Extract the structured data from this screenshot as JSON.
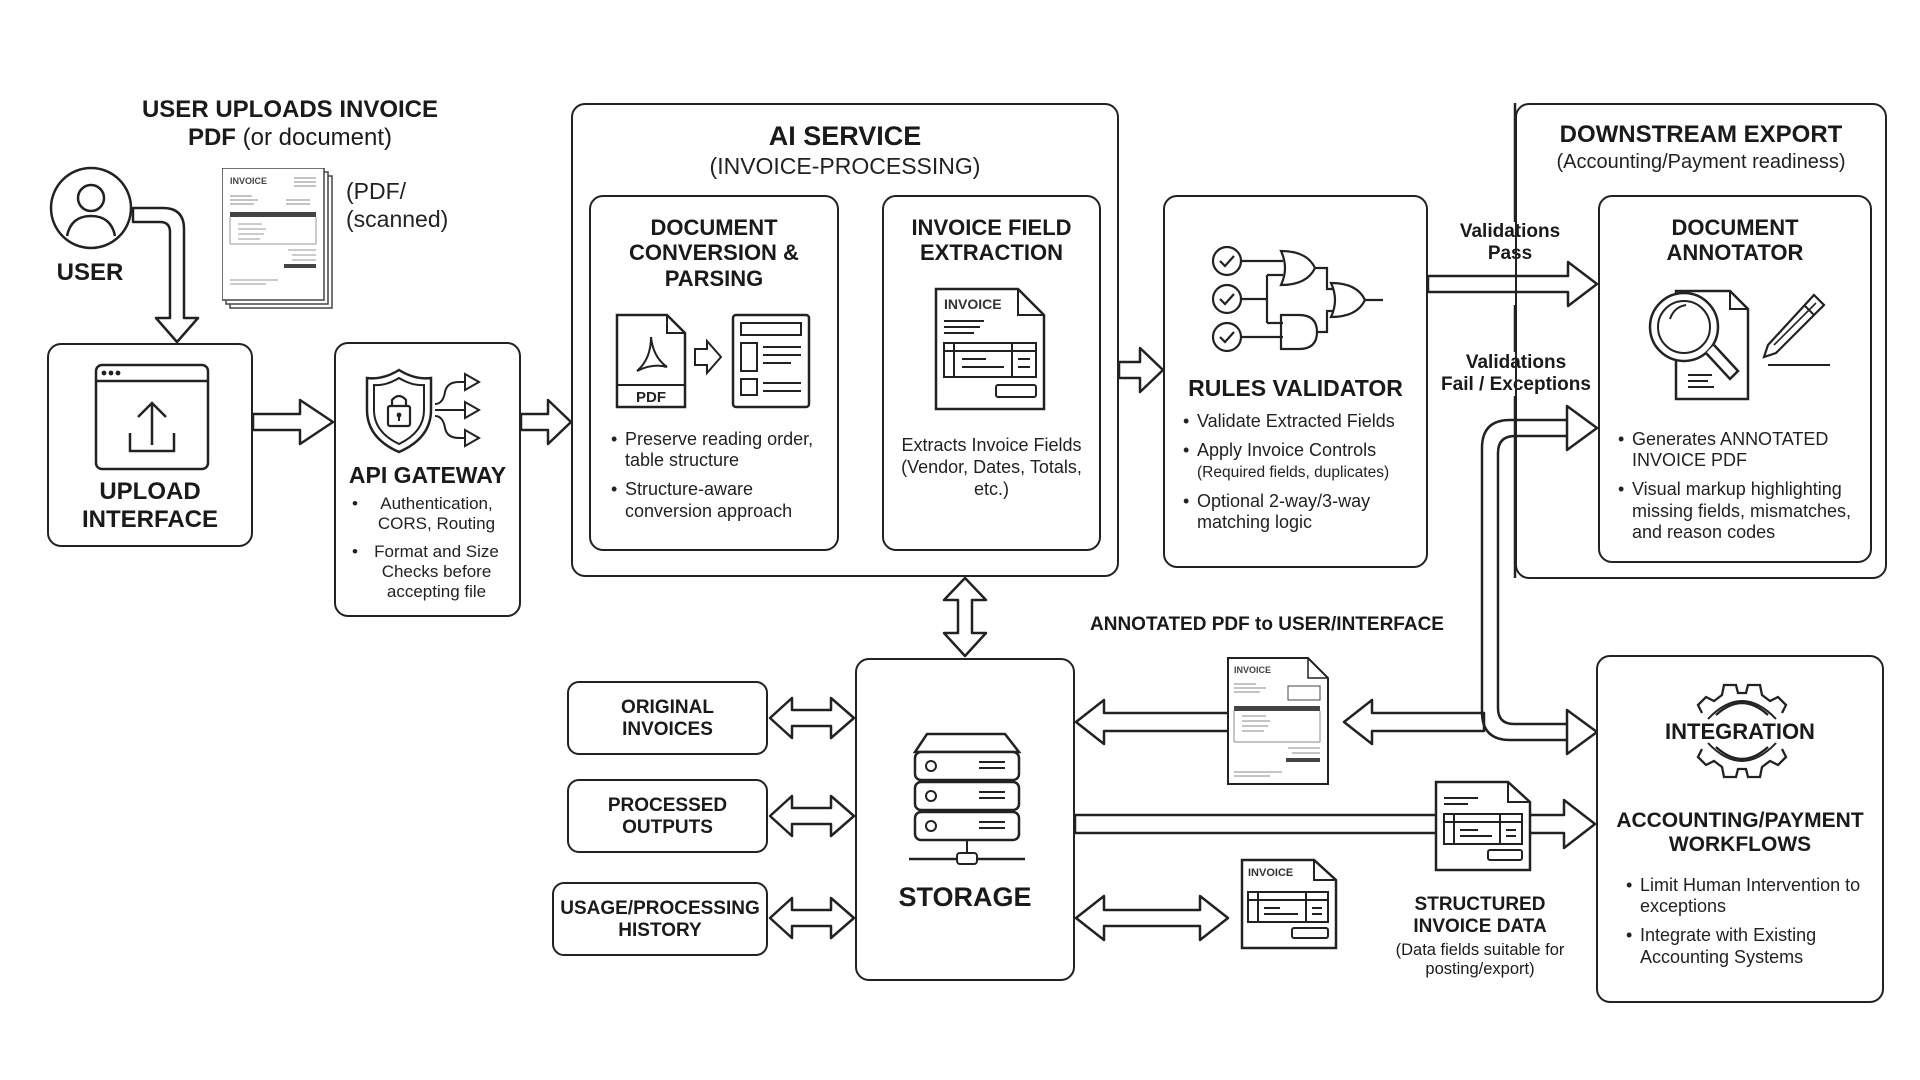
{
  "user": {
    "label": "USER"
  },
  "upload_note": {
    "title_bold": "USER UPLOADS INVOICE",
    "title_line2_bold": "PDF",
    "title_line2_rest": " (or document)",
    "format_note_line1": "(PDF/",
    "format_note_line2": "(scanned)",
    "doc_label": "INVOICE"
  },
  "upload_interface": {
    "title_line1": "UPLOAD",
    "title_line2": "INTERFACE"
  },
  "api_gateway": {
    "title": "API GATEWAY",
    "bullets": [
      "Authentication, CORS, Routing",
      "Format and Size Checks before accepting file"
    ]
  },
  "ai_service": {
    "title": "AI SERVICE",
    "subtitle": "(INVOICE-PROCESSING)",
    "doc_conversion": {
      "title_lines": [
        "DOCUMENT",
        "CONVERSION &",
        "PARSING"
      ],
      "pdf_badge": "PDF",
      "bullets": [
        "Preserve reading order, table structure",
        "Structure-aware conversion approach"
      ]
    },
    "field_extraction": {
      "title_lines": [
        "INVOICE FIELD",
        "EXTRACTION"
      ],
      "doc_label": "INVOICE",
      "description": "Extracts Invoice Fields (Vendor, Dates, Totals, etc.)"
    }
  },
  "rules_validator": {
    "title": "RULES VALIDATOR",
    "bullets": [
      {
        "text": "Validate Extracted Fields",
        "note": ""
      },
      {
        "text": "Apply Invoice Controls",
        "note": "(Required fields, duplicates)"
      },
      {
        "text": "Optional 2-way/3-way matching logic",
        "note": ""
      }
    ]
  },
  "flows": {
    "pass_line1": "Validations",
    "pass_line2": "Pass",
    "fail_line1": "Validations",
    "fail_line2": "Fail / Exceptions",
    "annotated_pdf": "ANNOTATED PDF to USER/INTERFACE",
    "structured_title_line1": "STRUCTURED",
    "structured_title_line2": "INVOICE DATA",
    "structured_note": "(Data fields suitable for posting/export)",
    "doc_label": "INVOICE"
  },
  "downstream_export": {
    "title": "DOWNSTREAM EXPORT",
    "subtitle": "(Accounting/Payment readiness)",
    "annotator": {
      "title_lines": [
        "DOCUMENT",
        "ANNOTATOR"
      ],
      "bullets": [
        "Generates ANNOTATED INVOICE PDF",
        "Visual markup highlighting missing fields, mismatches, and reason codes"
      ]
    }
  },
  "storage": {
    "title": "STORAGE",
    "items": [
      {
        "line1": "ORIGINAL",
        "line2": "INVOICES"
      },
      {
        "line1": "PROCESSED",
        "line2": "OUTPUTS"
      },
      {
        "line1": "USAGE/PROCESSING",
        "line2": "HISTORY"
      }
    ]
  },
  "integration": {
    "gear_label": "INTEGRATION",
    "title_lines": [
      "ACCOUNTING/PAYMENT",
      "WORKFLOWS"
    ],
    "bullets": [
      "Limit Human Intervention to exceptions",
      "Integrate with Existing Accounting Systems"
    ]
  }
}
